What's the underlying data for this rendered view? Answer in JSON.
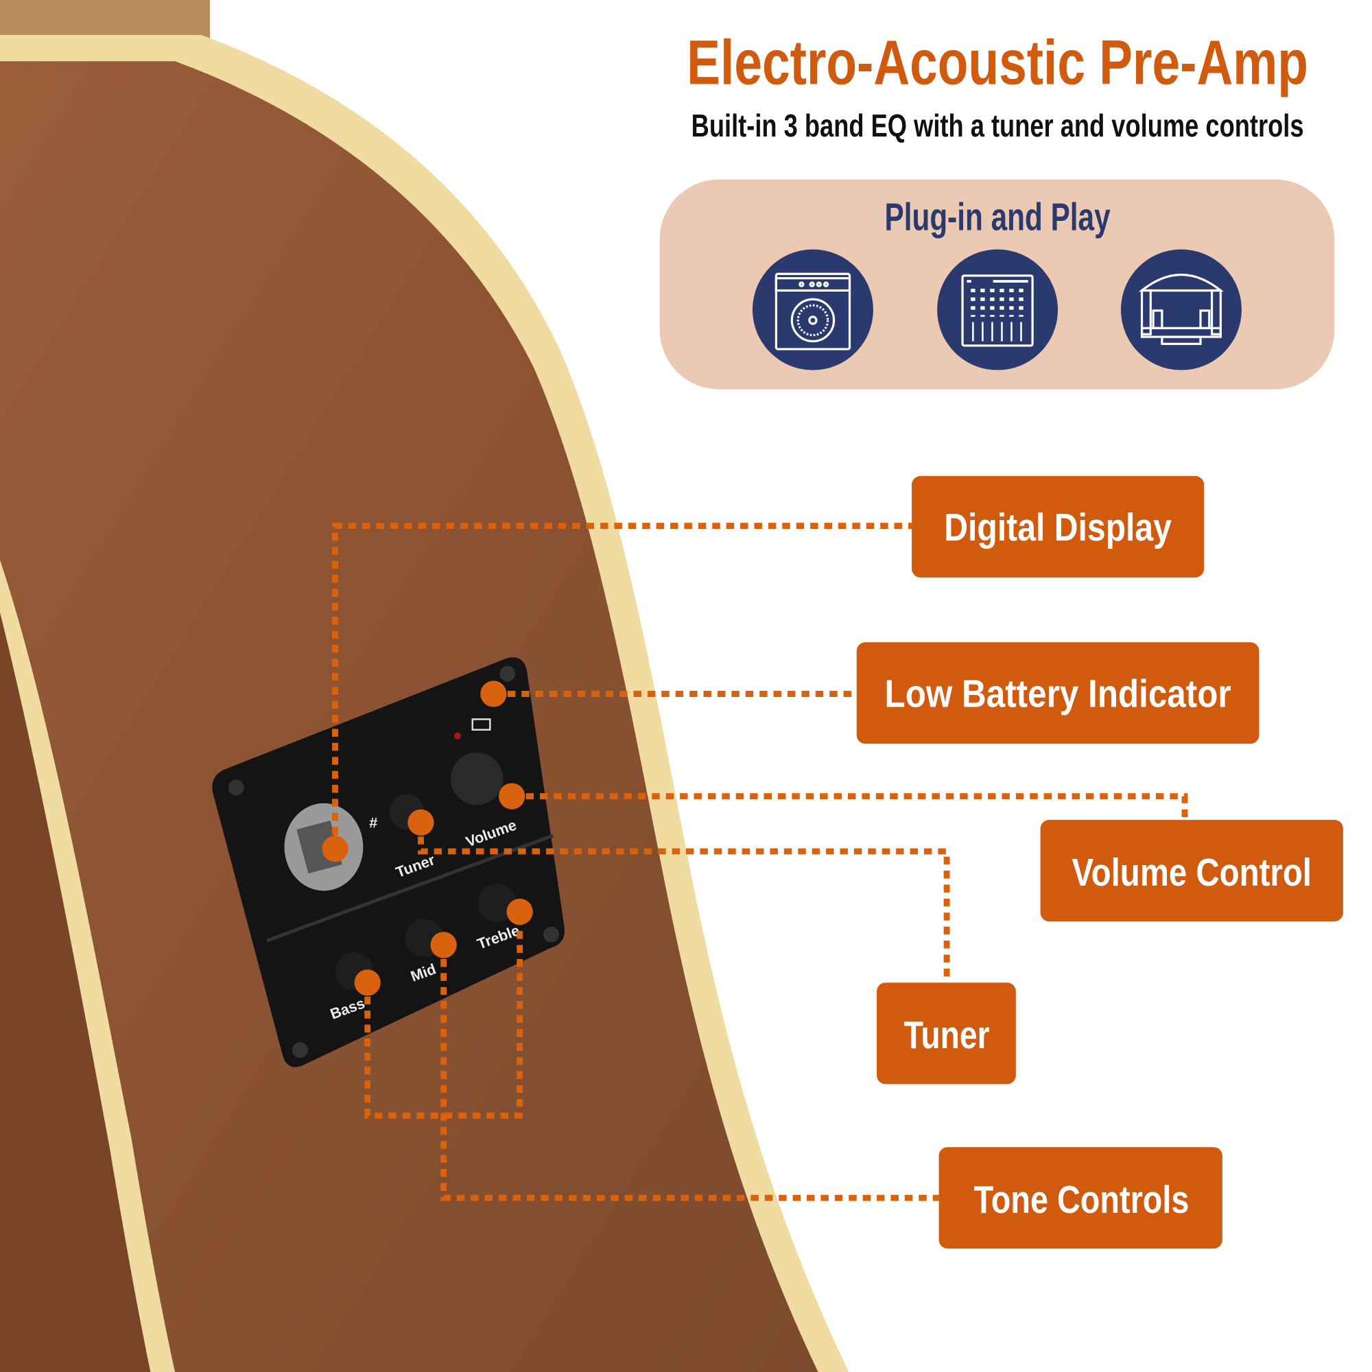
{
  "header": {
    "title": "Electro-Acoustic Pre-Amp",
    "subtitle": "Built-in 3 band EQ with a tuner and volume controls"
  },
  "plug_panel": {
    "title": "Plug-in and Play",
    "icons": [
      "guitar-amplifier-icon",
      "mixing-console-icon",
      "concert-stage-icon"
    ]
  },
  "callouts": {
    "digital_display": "Digital Display",
    "low_battery": "Low Battery Indicator",
    "volume": "Volume Control",
    "tuner": "Tuner",
    "tone": "Tone Controls"
  },
  "preamp_panel": {
    "sharp": "#",
    "tuner": "Tuner",
    "volume": "Volume",
    "bass": "Bass",
    "mid": "Mid",
    "treble": "Treble"
  },
  "colors": {
    "accent": "#d05a0e",
    "navy": "#2b3a6e",
    "pill": "#ebc9b2",
    "wood": "#8e5535"
  }
}
